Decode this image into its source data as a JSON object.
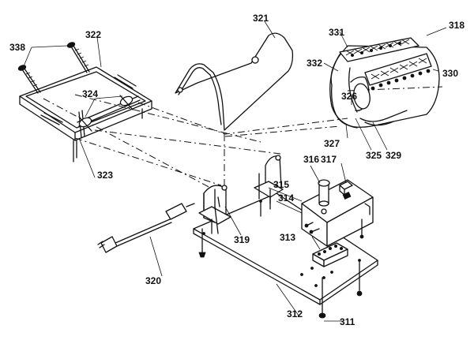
{
  "callouts": {
    "c311": "311",
    "c312": "312",
    "c313": "313",
    "c314": "314",
    "c315": "315",
    "c316": "316",
    "c317": "317",
    "c318": "318",
    "c319": "319",
    "c320": "320",
    "c321": "321",
    "c322": "322",
    "c323": "323",
    "c324": "324",
    "c325": "325",
    "c326": "326",
    "c327": "327",
    "c329": "329",
    "c330": "330",
    "c331": "331",
    "c332": "332",
    "c338": "338"
  }
}
